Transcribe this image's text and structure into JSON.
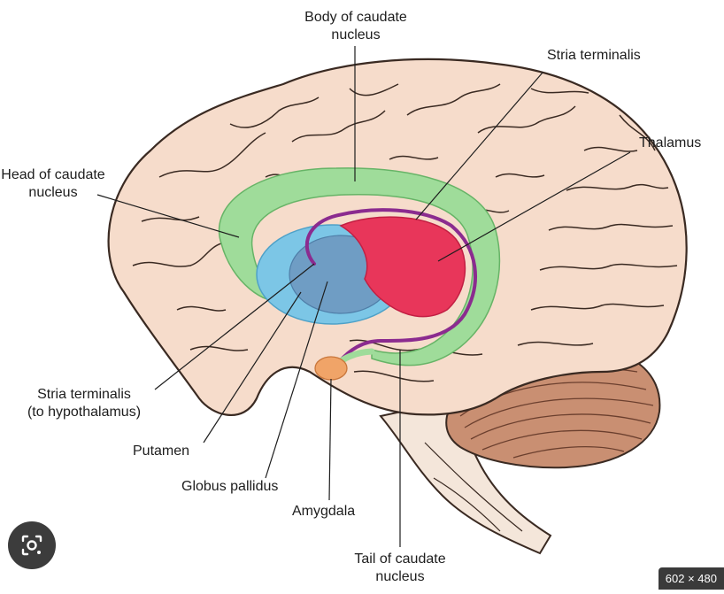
{
  "labels": {
    "body_caudate_line1": "Body of caudate",
    "body_caudate_line2": "nucleus",
    "stria_terminalis_top": "Stria terminalis",
    "thalamus": "Thalamus",
    "head_caudate_line1": "Head of caudate",
    "head_caudate_line2": "nucleus",
    "stria_terminalis_hypo_line1": "Stria terminalis",
    "stria_terminalis_hypo_line2": "(to hypothalamus)",
    "putamen": "Putamen",
    "globus_pallidus": "Globus pallidus",
    "amygdala": "Amygdala",
    "tail_caudate_line1": "Tail of caudate",
    "tail_caudate_line2": "nucleus"
  },
  "image_size_badge": "602 × 480",
  "icons": {
    "lens_button": "visual-search-icon"
  },
  "colors": {
    "cortex": "#f6dccb",
    "cortex_outline": "#3a2a22",
    "caudate": "#9fdc9a",
    "putamen": "#7cc6e6",
    "globus_pallidus": "#6f9dc4",
    "thalamus": "#e8365a",
    "stria_terminalis": "#8b2b8f",
    "amygdala": "#f0a468",
    "cerebellum": "#c98f72",
    "brainstem": "#f4e6da"
  }
}
